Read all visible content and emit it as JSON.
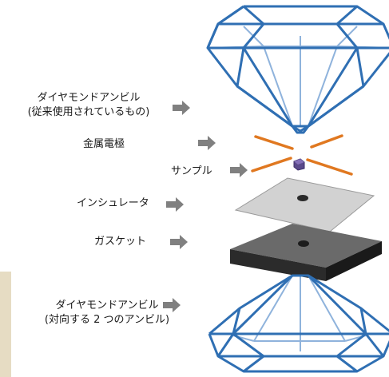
{
  "labels": {
    "top_anvil_line1": "ダイヤモンドアンビル",
    "top_anvil_line2": "(従来使用されているもの)",
    "electrode": "金属電極",
    "sample": "サンプル",
    "insulator": "インシュレータ",
    "gasket": "ガスケット",
    "bottom_anvil_line1": "ダイヤモンドアンビル",
    "bottom_anvil_line2": "(対向する 2 つのアンビル)"
  },
  "colors": {
    "diamond_stroke": "#2f6fb3",
    "diamond_stroke_light": "#8fb3dc",
    "electrode": "#e07820",
    "sample": "#5a4a8a",
    "insulator_top": "#d4d4d4",
    "gasket_top": "#666666",
    "gasket_side": "#1e1e1e",
    "arrow": "#808080",
    "side_panel": "#e6dcc3"
  },
  "icons": [
    "right-arrow-icon"
  ]
}
